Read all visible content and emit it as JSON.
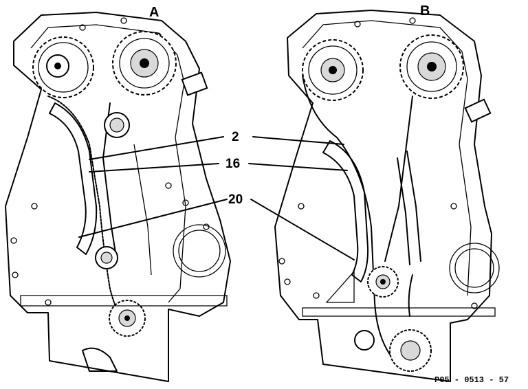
{
  "panels": [
    {
      "label": "A"
    },
    {
      "label": "B"
    }
  ],
  "callouts": [
    {
      "label": "2"
    },
    {
      "label": "16"
    },
    {
      "label": "20"
    }
  ],
  "reference_code": "P05 - 0513 - 57"
}
